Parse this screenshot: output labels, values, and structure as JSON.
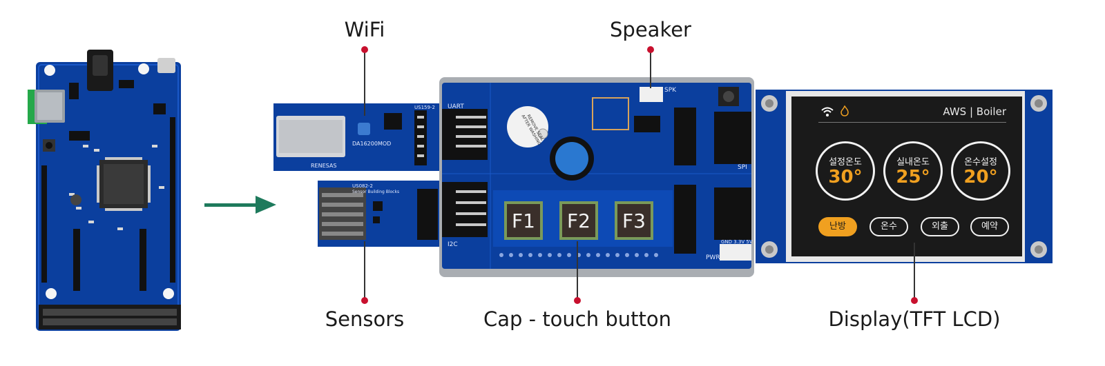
{
  "labels": {
    "wifi": "WiFi",
    "speaker": "Speaker",
    "sensors": "Sensors",
    "cap_touch": "Cap - touch button",
    "display": "Display(TFT LCD)"
  },
  "touch_buttons": [
    "F1",
    "F2",
    "F3"
  ],
  "lcd": {
    "header": "AWS | Boiler",
    "gauges": [
      {
        "label": "설정온도",
        "value": "30°"
      },
      {
        "label": "실내온도",
        "value": "25°"
      },
      {
        "label": "온수설정",
        "value": "20°"
      }
    ],
    "modes": [
      "난방",
      "온수",
      "외출",
      "예약"
    ],
    "active_mode": "난방"
  },
  "board_silk": {
    "wifi_module": "DA16200MOD",
    "wifi_vendor": "RENESAS",
    "wifi_board_id": "US159-2",
    "sensor_board_id": "US082-2",
    "sensor_board_title": "Sensor Building Blocks",
    "uart": "UART",
    "spk": "SPK",
    "spi": "SPI",
    "i2c": "I2C",
    "pwr": "PWR",
    "gnd": "GND 3.3V 5V",
    "buzzer_text": "REMOVE SEAL AFTER WASHING"
  },
  "colors": {
    "pcb_blue": "#0b3f9e",
    "pcb_dark": "#07286a",
    "lcd_bg": "#1a1a1a",
    "accent_orange": "#f0a020",
    "arrow_green": "#1e7a5c",
    "callout_red": "#c8102e"
  }
}
